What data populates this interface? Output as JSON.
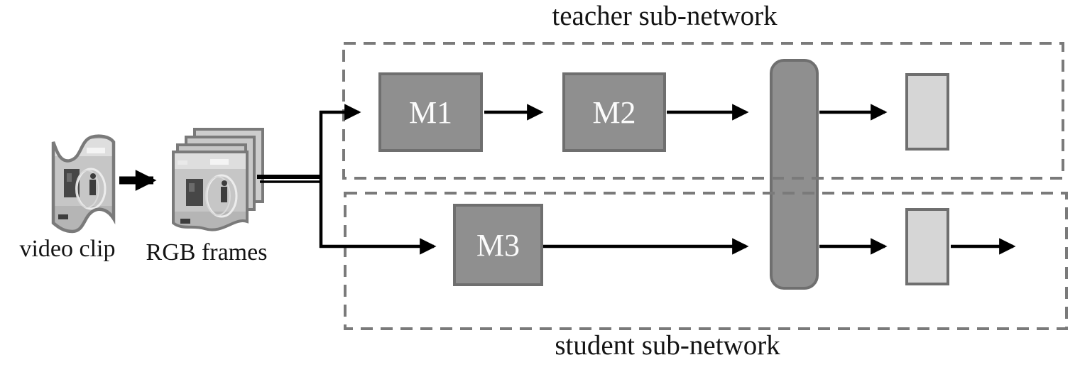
{
  "figure": {
    "teacher_group_label": "teacher sub-network",
    "student_group_label": "student sub-network",
    "inputs": {
      "video_clip_label": "video clip",
      "rgb_frames_label": "RGB frames"
    },
    "modules": [
      {
        "label": "M1"
      },
      {
        "label": "M2"
      },
      {
        "label": "M3"
      }
    ],
    "colors": {
      "module_fill": "#8f8f8f",
      "module_border": "#6f6f6f",
      "feature_fill": "#d6d6d6",
      "dashed_boundary": "#7a7a7a",
      "arrow": "#000000",
      "label_text": "#141414",
      "module_text": "#fbfbfb"
    }
  }
}
